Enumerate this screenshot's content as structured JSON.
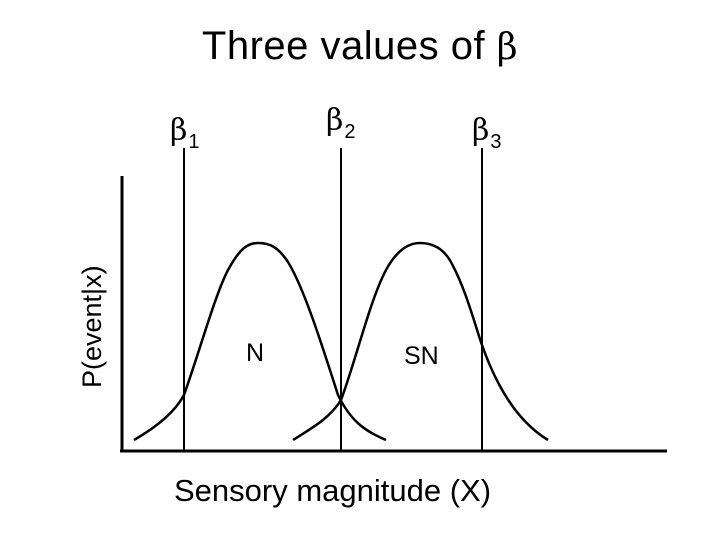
{
  "title": {
    "text": "Three values of ",
    "symbol": "β"
  },
  "criteria": [
    {
      "symbol": "β",
      "subscript": "1"
    },
    {
      "symbol": "β",
      "subscript": "2"
    },
    {
      "symbol": "β",
      "subscript": "3"
    }
  ],
  "axes": {
    "ylabel": "P(event|x)",
    "xlabel": "Sensory magnitude (X)"
  },
  "distributions": {
    "noise_label": "N",
    "signal_noise_label": "SN"
  },
  "colors": {
    "ink": "#000000",
    "background": "#ffffff"
  }
}
